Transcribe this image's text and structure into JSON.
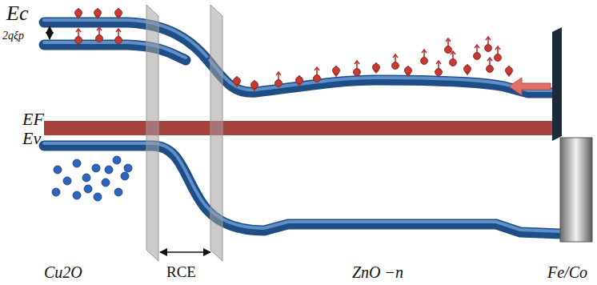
{
  "diagram": {
    "labels": [
      "Ec",
      "2qξp",
      "EF",
      "Ev",
      "Cu2O",
      "RCE",
      "ZnO −n",
      "Fe/Co"
    ]
  }
}
